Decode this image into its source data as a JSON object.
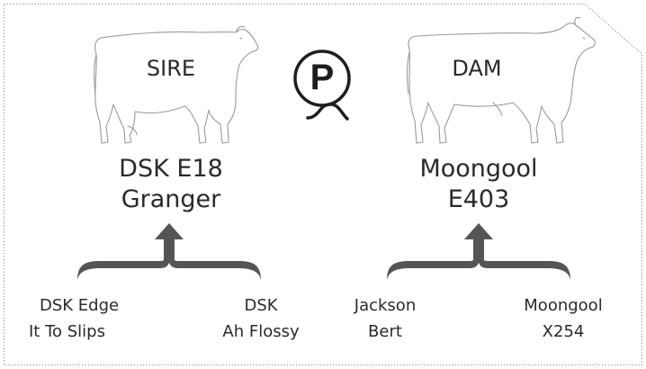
{
  "sire": {
    "tag": "SIRE",
    "name_line1": "DSK E18",
    "name_line2": "Granger",
    "parent_left_line1": "DSK Edge",
    "parent_left_line2": "It To Slips",
    "parent_right_line1": "DSK",
    "parent_right_line2": "Ah Flossy"
  },
  "dam": {
    "tag": "DAM",
    "name_line1": "Moongool",
    "name_line2": "E403",
    "parent_left_line1": "Jackson",
    "parent_left_line2": "Bert",
    "parent_right_line1": "Moongool",
    "parent_right_line2": "X254"
  },
  "logo": {
    "letter": "P"
  },
  "colors": {
    "text": "#2a2a2a",
    "brace": "#555555",
    "outline": "#9a9a9a",
    "border": "#888888"
  }
}
